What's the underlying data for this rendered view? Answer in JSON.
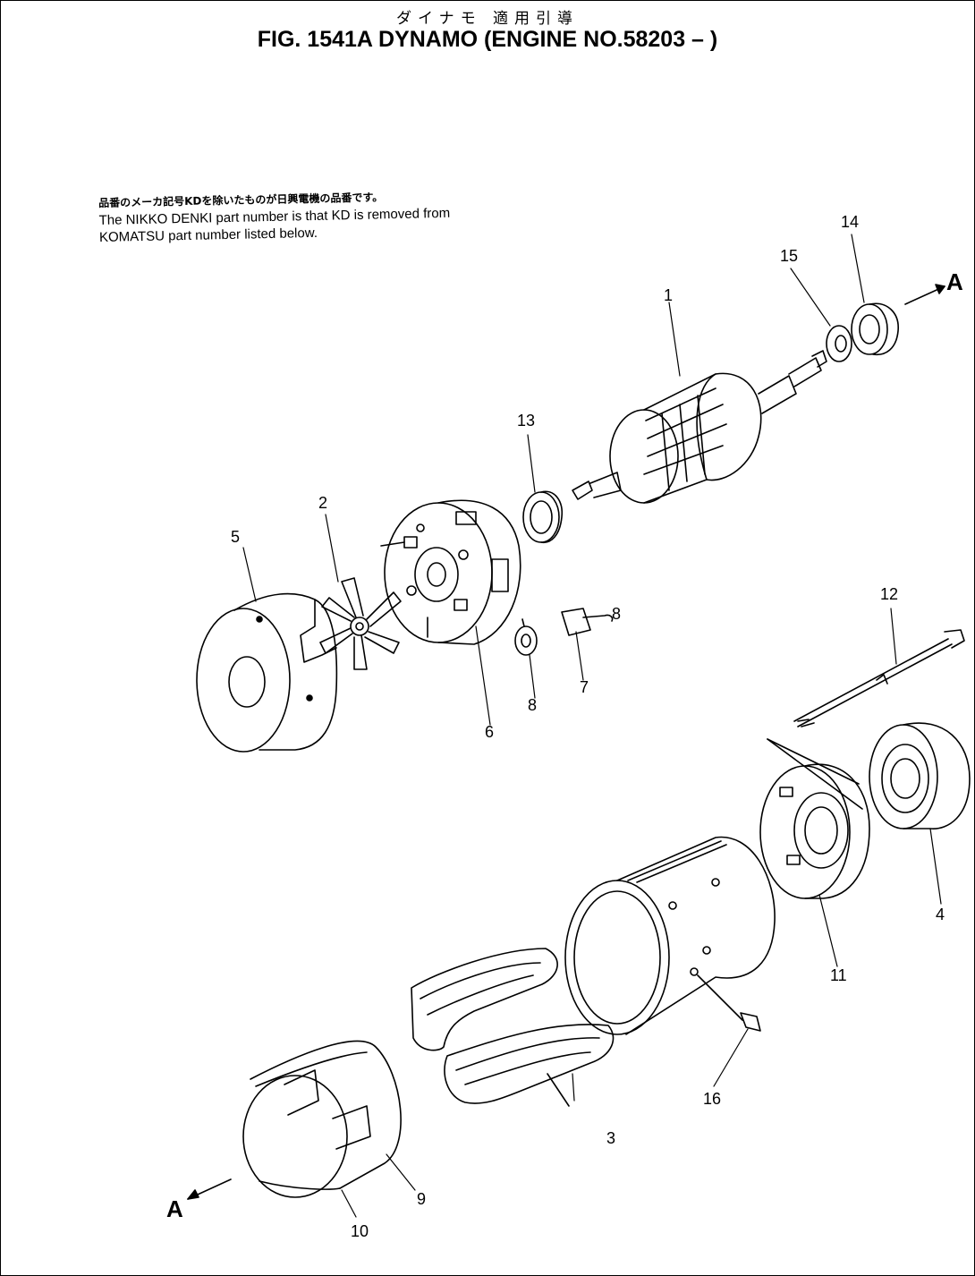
{
  "header": {
    "japanese_title": "ダイナモ 適用引導",
    "title": "FIG. 1541A  DYNAMO (ENGINE NO.58203 – )"
  },
  "note": {
    "japanese": "品番のメーカ記号KDを除いたものが日興電機の品番です。",
    "line1": "The NIKKO DENKI part number is that KD is removed from",
    "line2": "KOMATSU part number listed below."
  },
  "callouts": {
    "c1": "1",
    "c2": "2",
    "c3": "3",
    "c4": "4",
    "c5": "5",
    "c6": "6",
    "c7": "7",
    "c8a": "8",
    "c8b": "8",
    "c9": "9",
    "c10": "10",
    "c11": "11",
    "c12": "12",
    "c13": "13",
    "c14": "14",
    "c15": "15",
    "c16": "16",
    "a_top": "A",
    "a_bottom": "A"
  }
}
